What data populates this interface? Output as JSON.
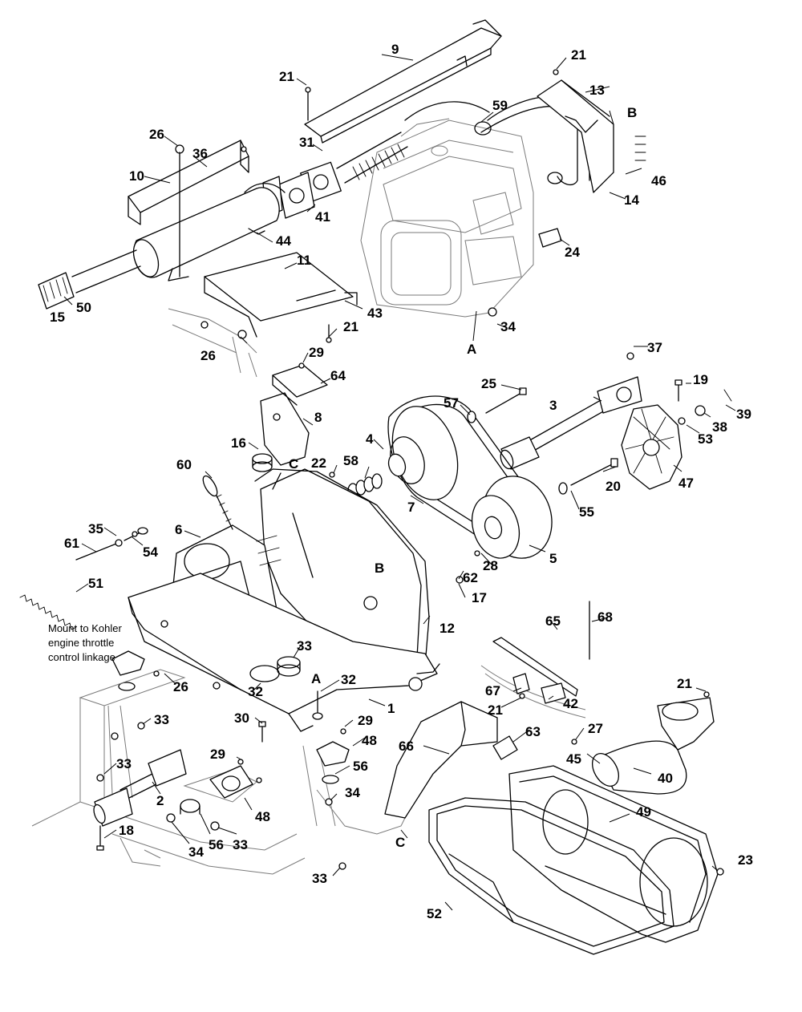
{
  "note_lines": [
    "Mount to Kohler",
    "engine throttle",
    "control linkage"
  ],
  "callouts": {
    "c1": "1",
    "c2": "2",
    "c3": "3",
    "c4": "4",
    "c5": "5",
    "c6": "6",
    "c7": "7",
    "c8": "8",
    "c9": "9",
    "c10": "10",
    "c11": "11",
    "c12": "12",
    "c13": "13",
    "c14": "14",
    "c15": "15",
    "c16": "16",
    "c17": "17",
    "c18": "18",
    "c19": "19",
    "c20": "20",
    "c21": "21",
    "c22": "22",
    "c23": "23",
    "c24": "24",
    "c25": "25",
    "c26": "26",
    "c27": "27",
    "c28": "28",
    "c29": "29",
    "c30": "30",
    "c31": "31",
    "c32": "32",
    "c33": "33",
    "c34": "34",
    "c35": "35",
    "c36": "36",
    "c37": "37",
    "c38": "38",
    "c39": "39",
    "c40": "40",
    "c41": "41",
    "c42": "42",
    "c43": "43",
    "c44": "44",
    "c45": "45",
    "c46": "46",
    "c47": "47",
    "c48": "48",
    "c49": "49",
    "c50": "50",
    "c51": "51",
    "c52": "52",
    "c53": "53",
    "c54": "54",
    "c55": "55",
    "c56": "56",
    "c57": "57",
    "c58": "58",
    "c59": "59",
    "c60": "60",
    "c61": "61",
    "c62": "62",
    "c63": "63",
    "c64": "64",
    "c65": "65",
    "c66": "66",
    "c67": "67",
    "c68": "68"
  },
  "ref_letters": {
    "a": "A",
    "b": "B",
    "c": "C"
  }
}
